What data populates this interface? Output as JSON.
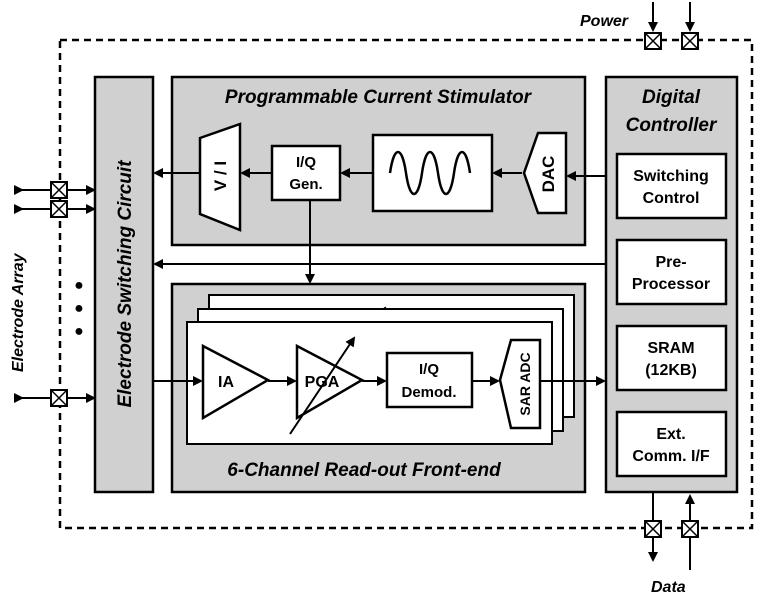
{
  "labels": {
    "power": "Power",
    "data": "Data",
    "electrode_array": "Electrode Array",
    "electrode_switching": "Electrode Switching Circuit",
    "stimulator_title": "Programmable Current Stimulator",
    "vi": "V / I",
    "iq_gen_line1": "I/Q",
    "iq_gen_line2": "Gen.",
    "dac": "DAC",
    "digital_line1": "Digital",
    "digital_line2": "Controller",
    "switching_line1": "Switching",
    "switching_line2": "Control",
    "preproc_line1": "Pre-",
    "preproc_line2": "Processor",
    "sram_line1": "SRAM",
    "sram_line2": "(12KB)",
    "ext_line1": "Ext.",
    "ext_line2": "Comm. I/F",
    "ia": "IA",
    "pga": "PGA",
    "demod_line1": "I/Q",
    "demod_line2": "Demod.",
    "sar_adc": "SAR ADC",
    "readout_title": "6-Channel Read-out Front-end",
    "ellipsis": "...",
    "dot": "●"
  },
  "colors": {
    "panel_gray": "#d0d0d0",
    "box_white": "#ffffff",
    "stroke": "#000000"
  }
}
